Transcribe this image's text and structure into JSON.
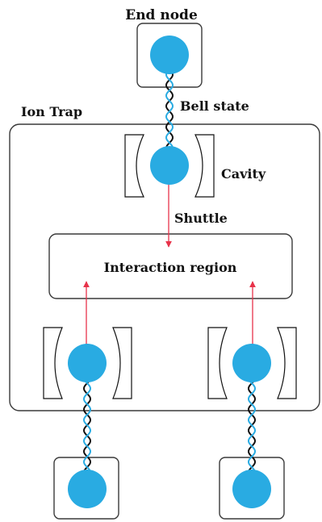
{
  "labels": {
    "end_node": "End node",
    "bell_state": "Bell state",
    "ion_trap": "Ion Trap",
    "cavity": "Cavity",
    "shuttle": "Shuttle",
    "interaction_region": "Interaction region"
  },
  "colors": {
    "ion": "#29abe2",
    "arrow": "#e8334a",
    "outline": "#3a3a3a",
    "strand_dark": "#111111",
    "strand_blue": "#29abe2"
  }
}
